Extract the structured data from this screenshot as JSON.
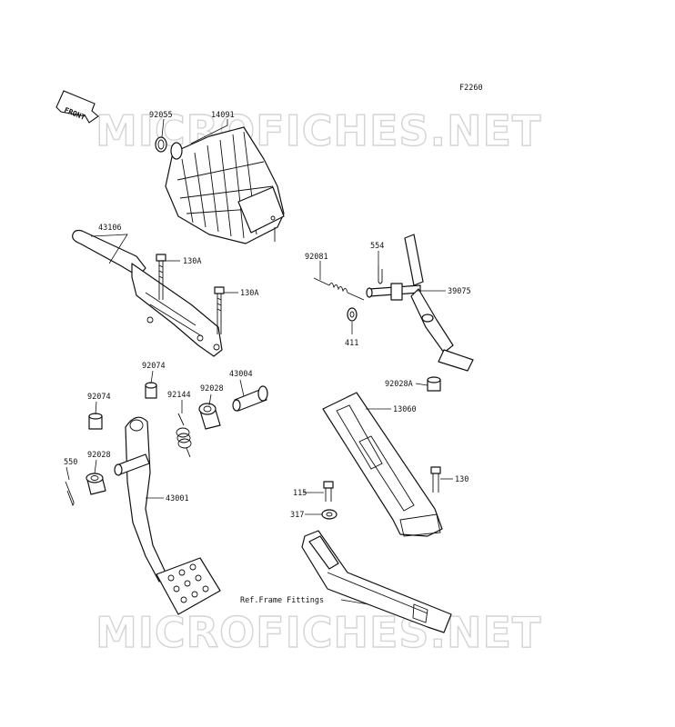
{
  "diagram": {
    "figure_code": "F2260",
    "front_marker": "FRONT",
    "watermark": "MICROFICHES.NET",
    "callouts": {
      "p92055": "92055",
      "p14091": "14091",
      "p43106": "43106",
      "p130a_1": "130A",
      "p130a_2": "130A",
      "p92081": "92081",
      "p554": "554",
      "p39075": "39075",
      "p411": "411",
      "p92074_a": "92074",
      "p92074_b": "92074",
      "p92144": "92144",
      "p92028_a": "92028",
      "p43004": "43004",
      "p92028a": "92028A",
      "p13060": "13060",
      "p550": "550",
      "p92028_b": "92028",
      "p43001": "43001",
      "p115": "115",
      "p130": "130",
      "p317": "317",
      "ref_frame": "Ref.Frame Fittings"
    }
  }
}
